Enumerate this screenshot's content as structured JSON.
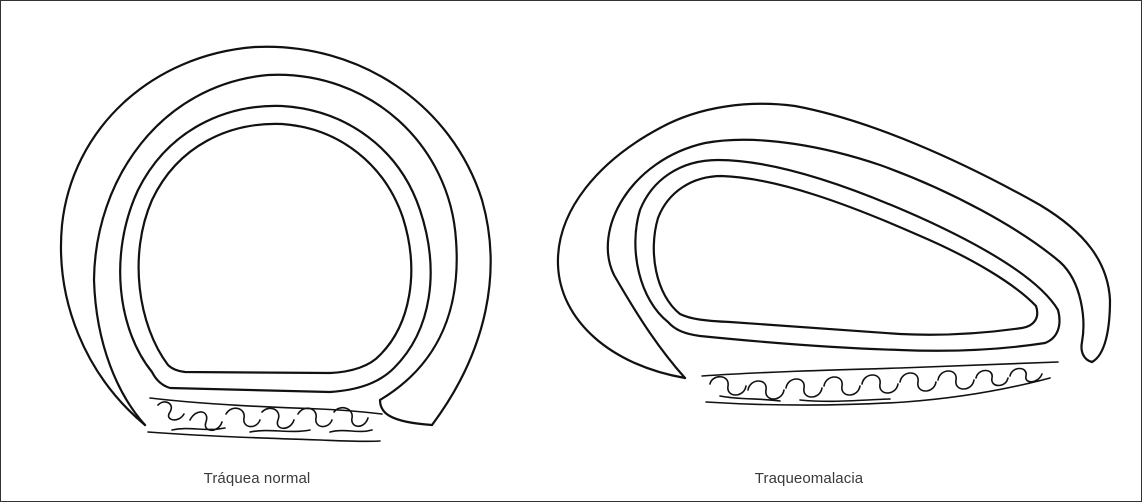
{
  "figure": {
    "panels": [
      {
        "id": "normal",
        "caption": "Tráquea normal"
      },
      {
        "id": "malacia",
        "caption": "Traqueomalacia"
      }
    ],
    "colors": {
      "ink": "#111111",
      "caption_text": "#3a3a3a",
      "border": "#333333",
      "background": "#ffffff"
    }
  }
}
